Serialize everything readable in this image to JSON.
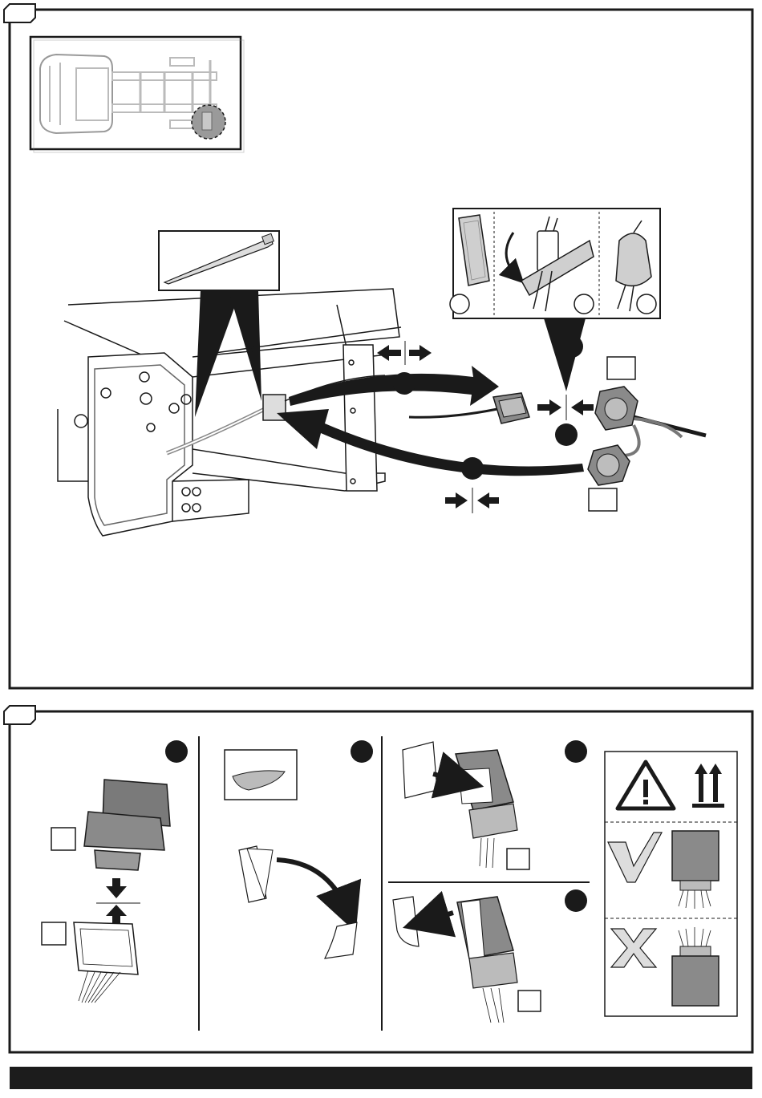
{
  "document": {
    "type": "installation-instructions",
    "panels": [
      {
        "id": "upper",
        "description_icons": [
          "vehicle-chassis-locator-icon",
          "cable-tie-icon",
          "tape-wrap-steps-icon"
        ],
        "callouts": [
          "numbered-step-marker",
          "numbered-step-marker",
          "numbered-step-marker",
          "numbered-step-marker"
        ],
        "arrows": [
          "routing-arrow-forward",
          "routing-arrow-back",
          "push-together-arrows",
          "pull-apart-arrows"
        ]
      },
      {
        "id": "lower",
        "sections": [
          "module-plug-in",
          "adhesive-pad-peel",
          "adhesive-pad-apply",
          "orientation-warning"
        ],
        "warning_icons": [
          "warning-triangle-icon",
          "this-way-up-icon",
          "check-mark-icon",
          "cross-mark-icon"
        ]
      }
    ]
  },
  "colors": {
    "ink": "#1a1a1a",
    "module_gray": "#8a8a8a",
    "line_gray": "#b5b5b5",
    "background": "#ffffff"
  }
}
